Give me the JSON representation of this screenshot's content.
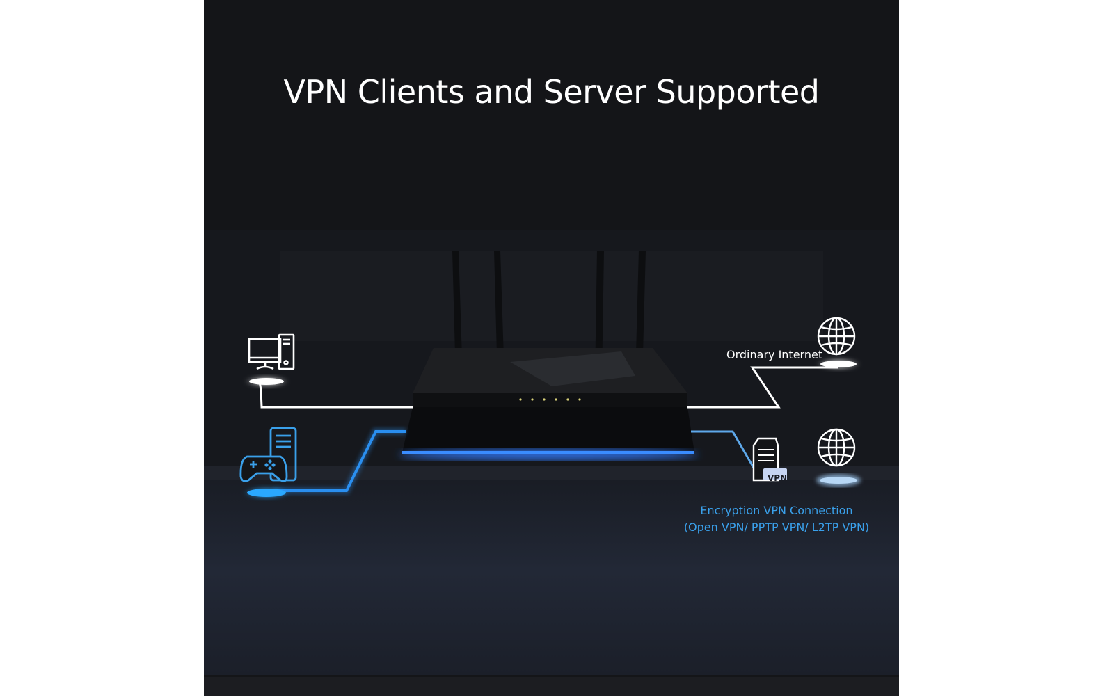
{
  "title": "VPN Clients and Server Supported",
  "labels": {
    "ordinary_internet": "Ordinary Internet",
    "vpn_tag": "VPN",
    "encryption": "Encryption VPN Connection (Open VPN/ PPTP VPN/ L2TP VPN)"
  },
  "icons": {
    "left_top": "desktop-computer-icon",
    "left_bottom": "gamepad-and-phone-icon",
    "right_top": "globe-icon",
    "right_bottom": "globe-icon",
    "vpn_server": "vpn-server-icon"
  },
  "colors": {
    "background": "#141518",
    "white_line": "#ffffff",
    "vpn_blue": "#3aa0ea",
    "vpn_glow": "#2f6de0"
  }
}
